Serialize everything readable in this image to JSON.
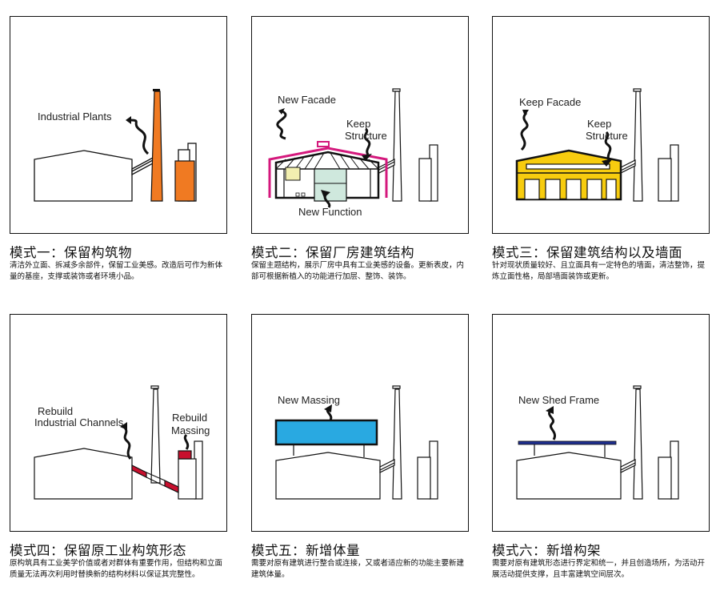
{
  "panels": [
    {
      "title": "模式一：保留构筑物",
      "desc": "清洁外立面、拆减多余部件，保留工业美感。改造后可作为新体量的基座，支撑或装饰或者环境小品。",
      "labels": [
        "Industrial Plants"
      ],
      "colors": {
        "highlight": "#f07a22"
      }
    },
    {
      "title": "模式二：保留厂房建筑结构",
      "desc": "保留主题结构，展示厂房中具有工业美感的设备。更新表皮，内部可根据新植入的功能进行加层、整饰、装饰。",
      "labels": [
        "New Facade",
        "Keep",
        "Structure",
        "New Function"
      ],
      "colors": {
        "facade": "#d4187c",
        "function": "#cfe8dd",
        "box": "#f2efb0"
      }
    },
    {
      "title": "模式三：保留建筑结构以及墙面",
      "desc": "针对现状质量较好、且立面具有一定特色的墙面，清洁整饰，提炼立面性格，局部墙面装饰或更新。",
      "labels": [
        "Keep Facade",
        "Keep",
        "Structure"
      ],
      "colors": {
        "facade": "#f7cc0f"
      }
    },
    {
      "title": "模式四：保留原工业构筑形态",
      "desc": "原构筑具有工业美学价值或者对群体有重要作用，但结构和立面质量无法再次利用时替换新的结构材料以保证其完整性。",
      "labels": [
        "Rebuild",
        "Industrial Channels",
        "Rebuild",
        "Massing"
      ],
      "colors": {
        "rebuild": "#c8102e"
      }
    },
    {
      "title": "模式五：新增体量",
      "desc": "需要对原有建筑进行整合或连接，又或者适应新的功能主要新建建筑体量。",
      "labels": [
        "New Massing"
      ],
      "colors": {
        "massing": "#29a9e1"
      }
    },
    {
      "title": "模式六：新增构架",
      "desc": "需要对原有建筑形态进行界定和统一，并且创造场所，为活动开展活动提供支撑，且丰富建筑空间层次。",
      "labels": [
        "New Shed Frame"
      ],
      "colors": {
        "frame": "#1f2f8f"
      }
    }
  ]
}
